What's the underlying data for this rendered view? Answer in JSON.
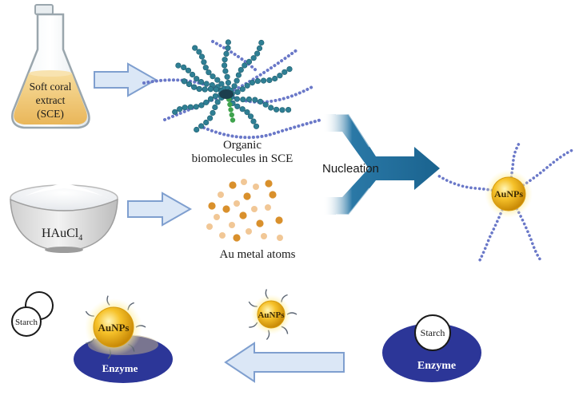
{
  "labels": {
    "flask_line1": "Soft coral",
    "flask_line2": "extract",
    "flask_line3": "(SCE)",
    "bowl": "HAuCl",
    "bowl_sub": "4",
    "organic_line1": "Organic",
    "organic_line2": "biomolecules in SCE",
    "atoms": "Au metal atoms",
    "nucleation": "Nucleation",
    "aunp_main": "AuNPs",
    "aunp_free": "AuNPs",
    "aunp_enzyme": "AuNPs",
    "starch_free": "Starch",
    "starch_enzyme": "Starch",
    "enzyme_left": "Enzyme",
    "enzyme_right": "Enzyme"
  },
  "colors": {
    "arrow_fill": "#dbe7f6",
    "arrow_stroke": "#7f9fcf",
    "funnel": "#1e6e9c",
    "chain": "#6a78c8",
    "bead": "#2f7f94",
    "gold": "#f3b51b",
    "gold_glow": "#ffe680",
    "enzyme": "#2c3698",
    "liquid": "#f1c46e",
    "atom_dark": "#d9902c",
    "atom_light": "#f1c796"
  }
}
